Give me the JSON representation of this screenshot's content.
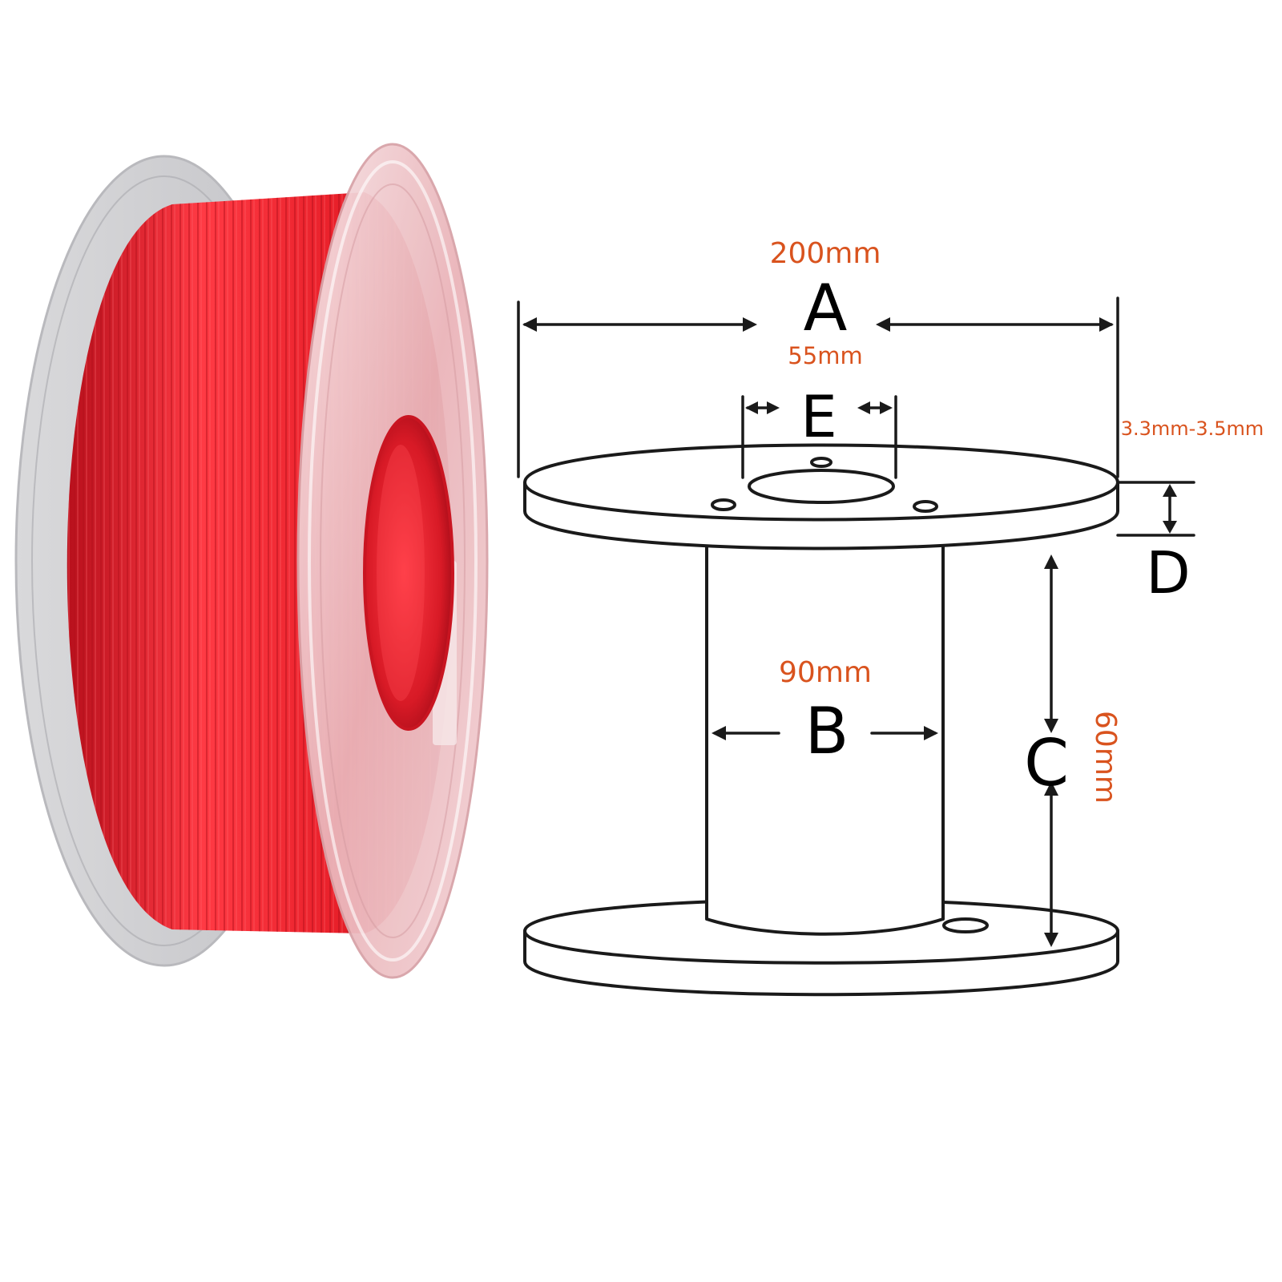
{
  "diagram": {
    "dimensions": {
      "A": {
        "letter": "A",
        "value": "200mm"
      },
      "B": {
        "letter": "B",
        "value": "90mm"
      },
      "C": {
        "letter": "C",
        "value": "60mm"
      },
      "D": {
        "letter": "D",
        "value": "3.3mm-3.5mm"
      },
      "E": {
        "letter": "E",
        "value": "55mm"
      }
    }
  },
  "colors": {
    "dimension_text": "#d9531e",
    "filament": "#e8202a",
    "spool_flange": "#f1c9cc",
    "line": "#1a1a1a"
  },
  "icons": {
    "photo": "filament-spool-photo-icon",
    "drawing": "spool-outline-drawing-icon"
  }
}
